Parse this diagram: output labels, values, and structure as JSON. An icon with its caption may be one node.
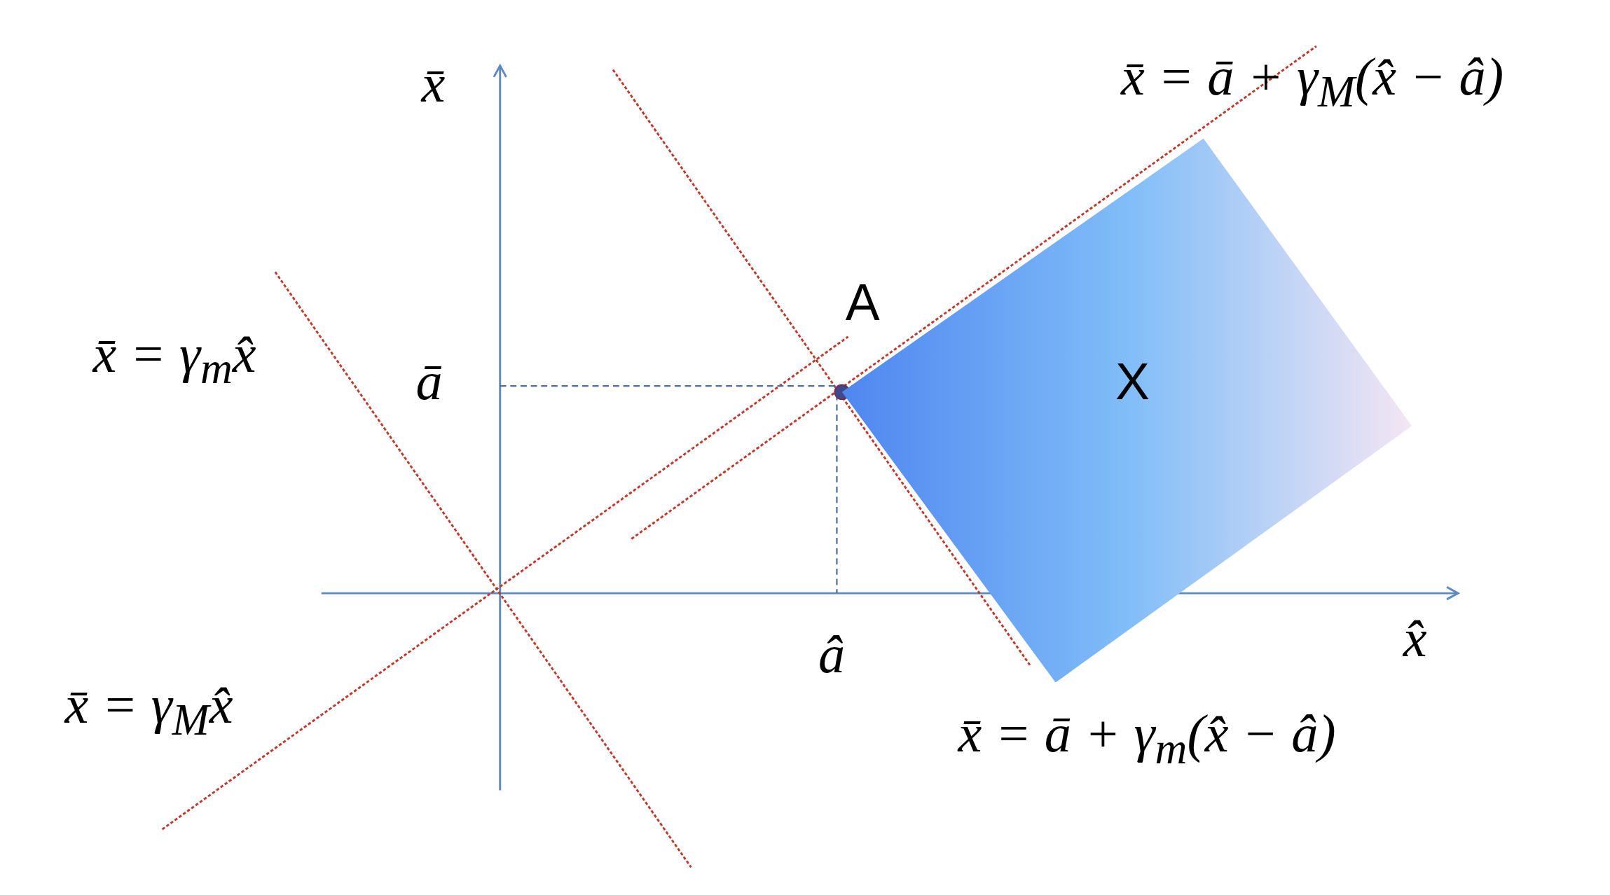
{
  "diagram": {
    "nodes": [
      {
        "text": [
          "X"
        ]
      }
    ],
    "labels": [
      "x̄",
      "x̄ = ā + γ$_{M}$(x̂ − â)",
      "A",
      "x̄ = γ$_{m}$x̂",
      "ā",
      "â",
      "x̂",
      "x̄ = γ$_{M}$x̂",
      "x̄ = ā + γ$_{m}$(x̂ − â)"
    ]
  }
}
